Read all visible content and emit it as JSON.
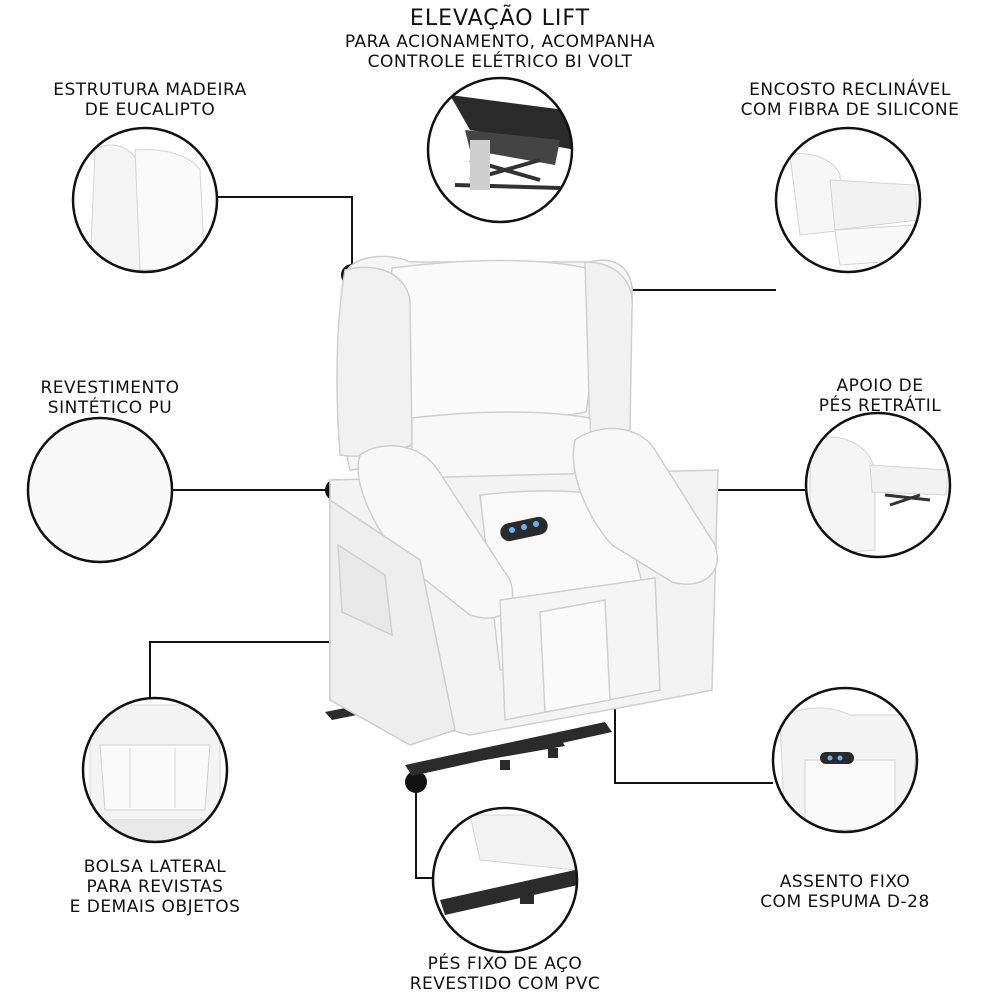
{
  "features": {
    "lift": {
      "title": "ELEVAÇÃO LIFT",
      "lines": [
        "PARA ACIONAMENTO, ACOMPANHA",
        "CONTROLE ELÉTRICO BI VOLT"
      ]
    },
    "frame": {
      "lines": [
        "ESTRUTURA MADEIRA",
        "DE EUCALIPTO"
      ]
    },
    "backrest": {
      "lines": [
        "ENCOSTO RECLINÁVEL",
        "COM FIBRA DE SILICONE"
      ]
    },
    "upholstery": {
      "lines": [
        "REVESTIMENTO",
        "SINTÉTICO PU"
      ]
    },
    "footrest": {
      "lines": [
        "APOIO DE",
        "PÉS RETRÁTIL"
      ]
    },
    "pocket": {
      "lines": [
        "BOLSA LATERAL",
        "PARA REVISTAS",
        "E DEMAIS OBJETOS"
      ]
    },
    "seat": {
      "lines": [
        "ASSENTO FIXO",
        "COM ESPUMA D-28"
      ]
    },
    "feet": {
      "lines": [
        "PÉS FIXO DE AÇO",
        "REVESTIDO COM PVC"
      ]
    }
  },
  "colors": {
    "upholstery": "#f4f4f4",
    "steel": "#2b2b2b",
    "ink": "#111111"
  },
  "icons": [
    "lift-mechanism-icon",
    "armrest-icon",
    "recliner-icon",
    "texture-icon",
    "footrest-icon",
    "side-pocket-icon",
    "seat-icon",
    "steel-base-icon",
    "remote-control-icon"
  ]
}
